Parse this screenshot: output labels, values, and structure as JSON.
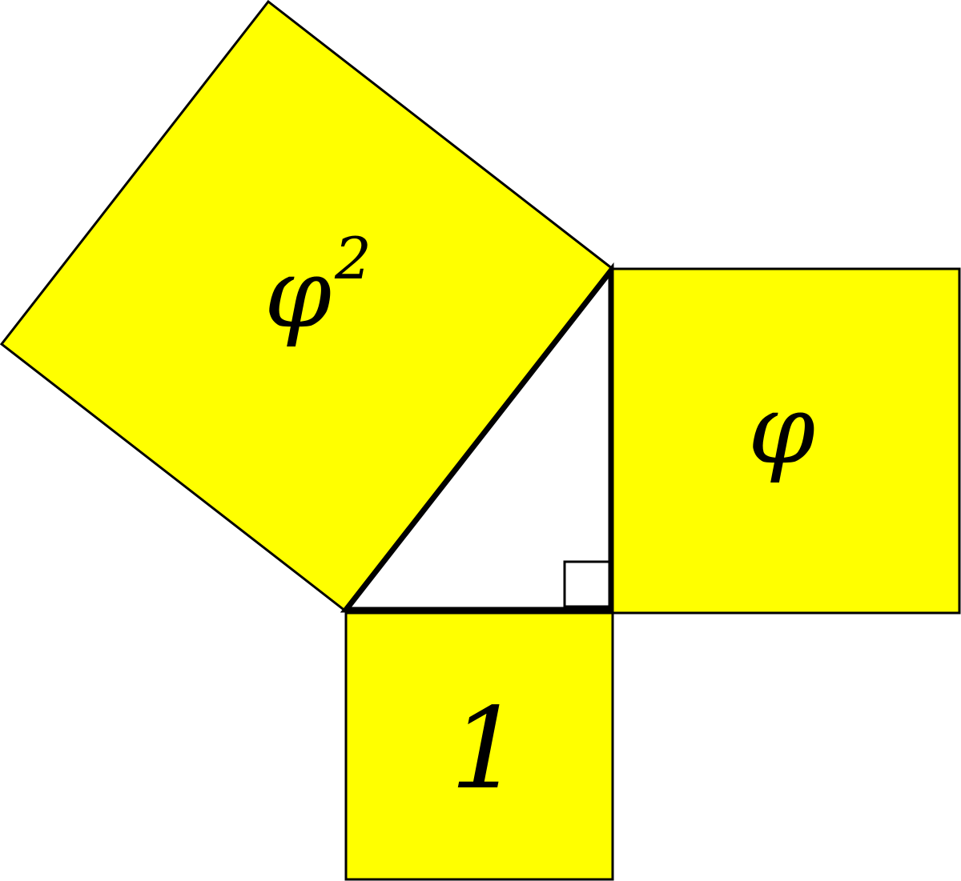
{
  "colors": {
    "fill": "#ffff00",
    "stroke": "#000000"
  },
  "labels": {
    "hypotenuse_square": "φ",
    "hypotenuse_exponent": "2",
    "long_leg_square": "φ",
    "short_leg_square": "1"
  }
}
